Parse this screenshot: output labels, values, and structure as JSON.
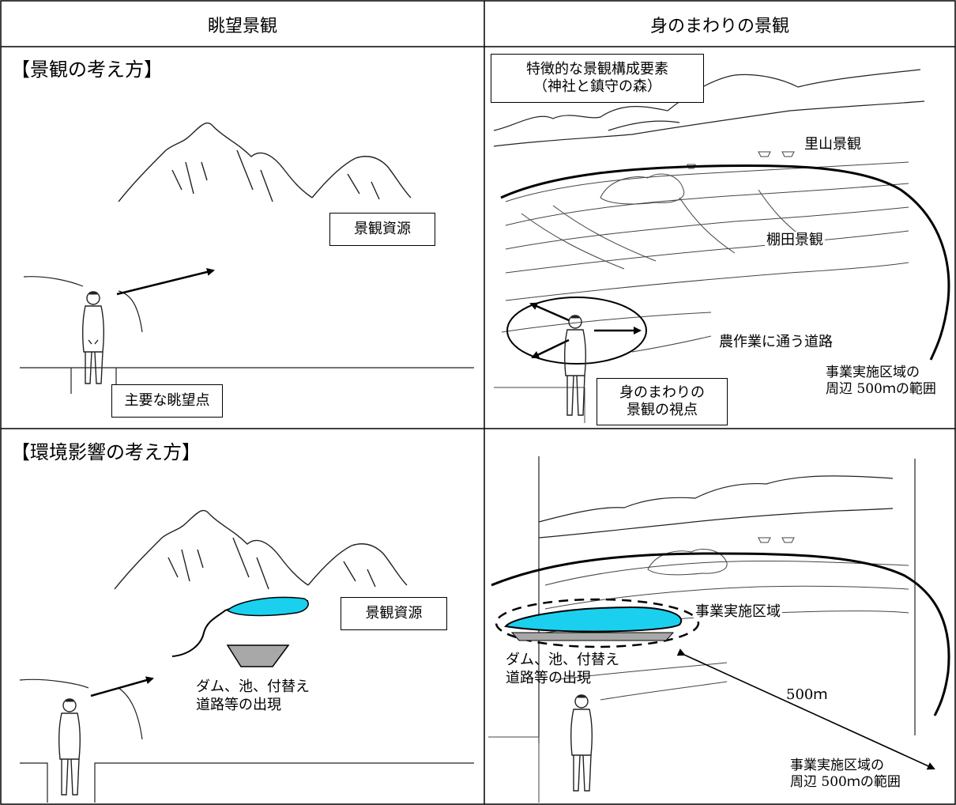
{
  "table": {
    "header_left": "眺望景観",
    "header_right": "身のまわりの景観"
  },
  "top_left": {
    "section_title": "【景観の考え方】",
    "resource_label": "景観資源",
    "viewpoint_label": "主要な眺望点"
  },
  "top_right": {
    "feature_box": "特徴的な景観構成要素\n（神社と鎮守の森）",
    "satoyama_label": "里山景観",
    "tanada_label": "棚田景観",
    "road_label": "農作業に通う道路",
    "viewpoint_box": "身のまわりの\n景観の視点",
    "range_label": "事業実施区域の\n周辺 500ｍの範囲"
  },
  "bottom_left": {
    "section_title": "【環境影響の考え方】",
    "resource_label": "景観資源",
    "appearance_label": "ダム、池、付替え\n道路等の出現"
  },
  "bottom_right": {
    "project_area_label": "事業実施区域",
    "appearance_label": "ダム、池、付替え\n道路等の出現",
    "distance_label": "500ｍ",
    "range_label": "事業実施区域の\n周辺 500ｍの範囲"
  },
  "colors": {
    "water": "#1ad0ee",
    "dam": "#a8a8a8",
    "line": "#000000"
  }
}
